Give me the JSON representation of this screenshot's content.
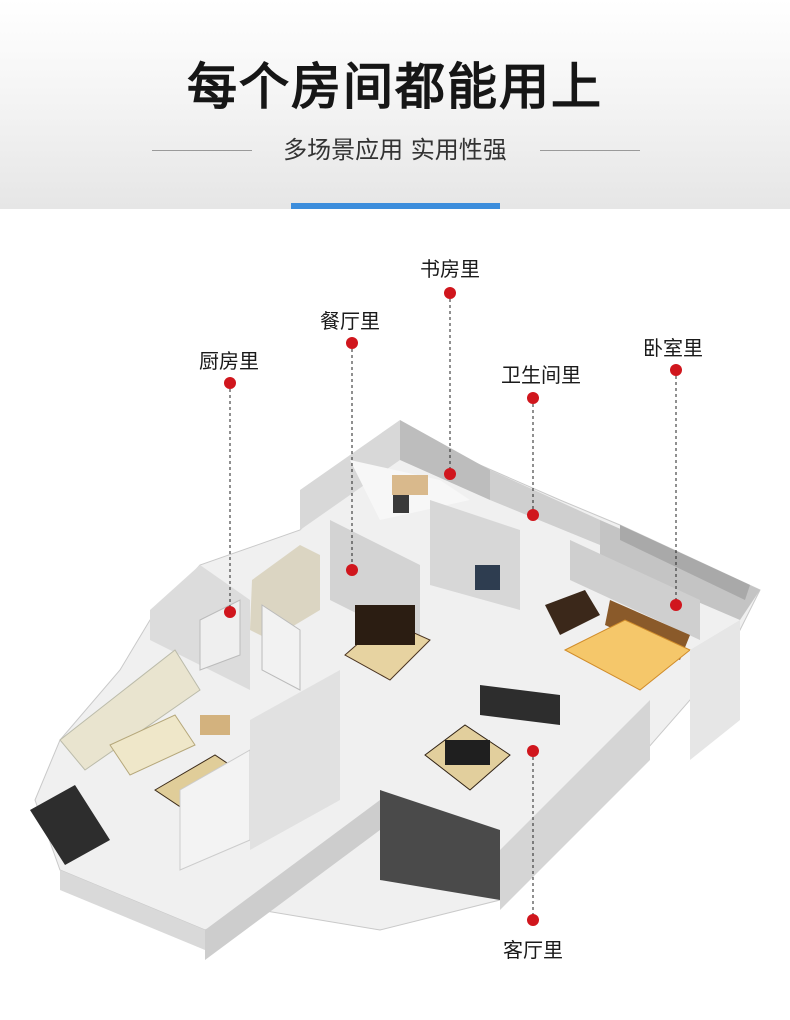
{
  "header": {
    "title": "每个房间都能用上",
    "subtitle": "多场景应用 实用性强"
  },
  "rooms": [
    {
      "label": "书房里"
    },
    {
      "label": "餐厅里"
    },
    {
      "label": "厨房里"
    },
    {
      "label": "卫生间里"
    },
    {
      "label": "卧室里"
    },
    {
      "label": "客厅里"
    }
  ],
  "colors": {
    "accent": "#3c8ddc",
    "marker": "#d0161d",
    "title": "#161616"
  }
}
